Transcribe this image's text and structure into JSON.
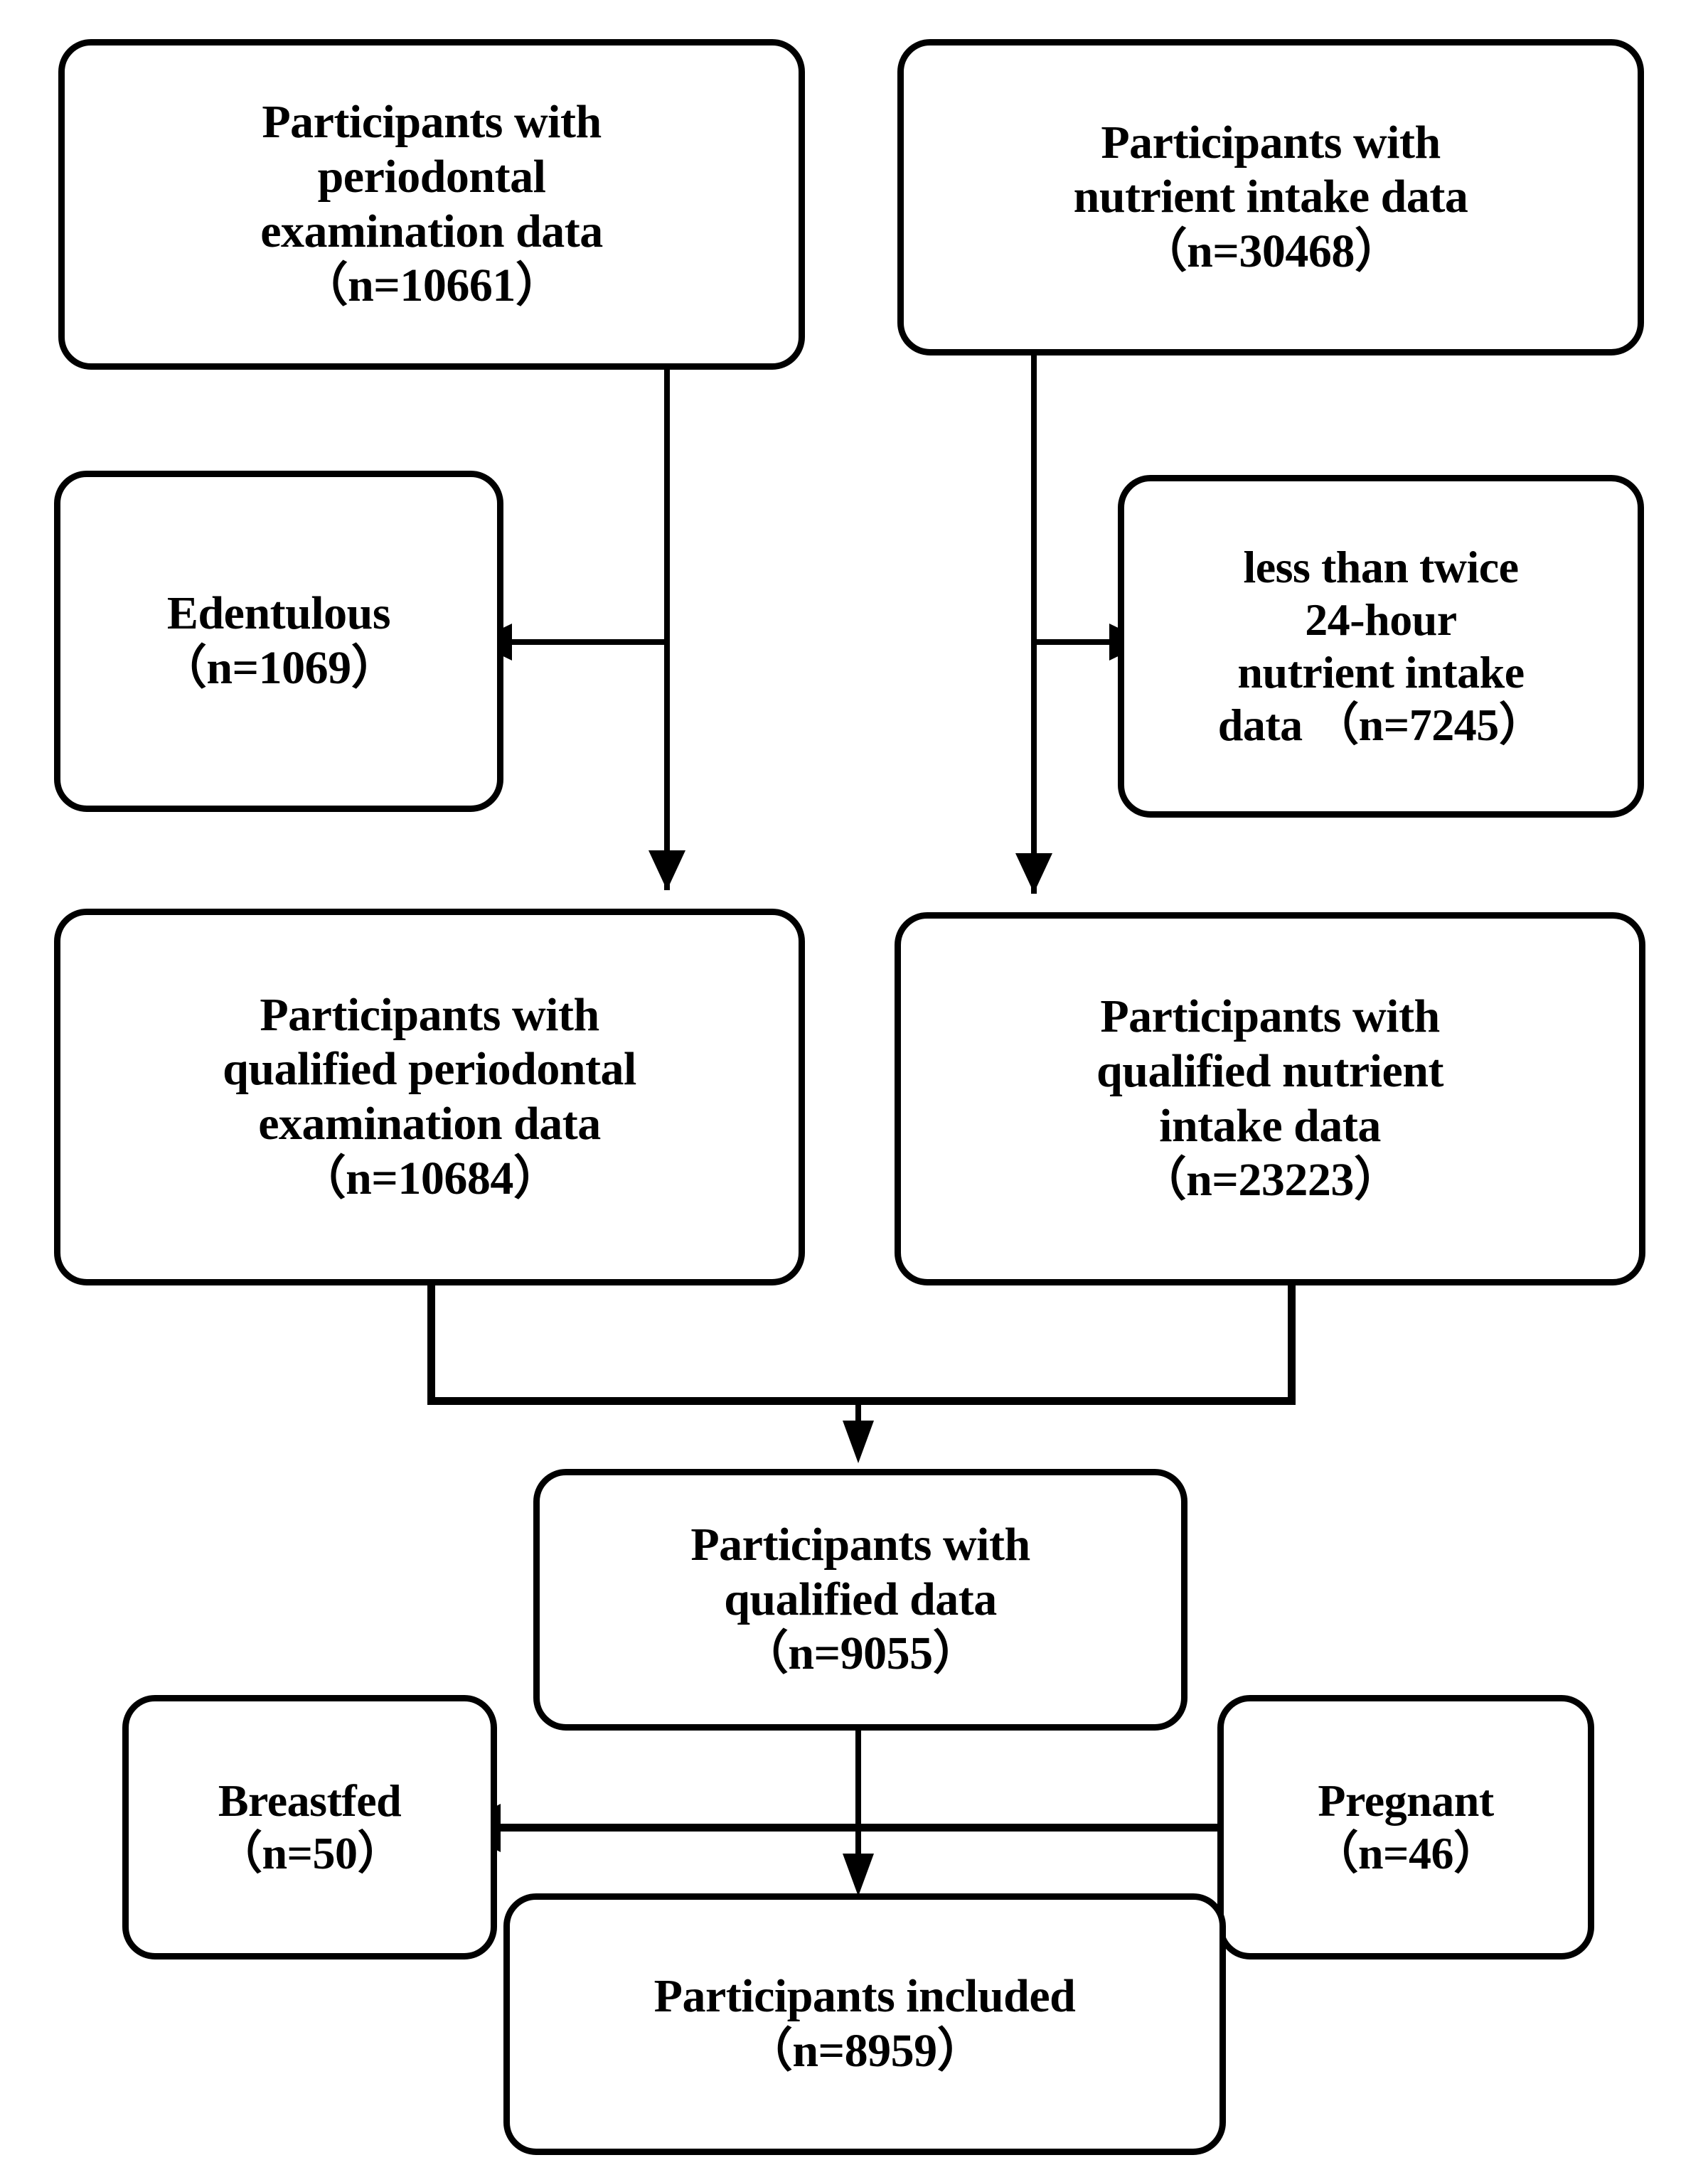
{
  "diagram": {
    "title": "Participant selection flowchart",
    "type": "flowchart",
    "stroke_color": "#000000",
    "fill_color": "#ffffff"
  },
  "nodes": {
    "periodontal": {
      "label": "Participants with\nperiodontal\nexamination data\n（n=10661）",
      "count": 10661
    },
    "nutrient": {
      "label": "Participants with\nnutrient intake data\n（n=30468）",
      "count": 30468
    },
    "edentulous": {
      "label": "Edentulous\n（n=1069）",
      "count": 1069
    },
    "less_than_twice": {
      "label": "less than twice\n24-hour\nnutrient intake\ndata （n=7245）",
      "count": 7245
    },
    "qualified_periodontal": {
      "label": "Participants with\nqualified periodontal\nexamination data\n（n=10684）",
      "count": 10684
    },
    "qualified_nutrient": {
      "label": "Participants with\nqualified nutrient\nintake data\n（n=23223）",
      "count": 23223
    },
    "qualified_data": {
      "label": "Participants with\nqualified data\n（n=9055）",
      "count": 9055
    },
    "breastfed": {
      "label": "Breastfed\n（n=50）",
      "count": 50
    },
    "pregnant": {
      "label": "Pregnant\n（n=46）",
      "count": 46
    },
    "included": {
      "label": "Participants included\n（n=8959）",
      "count": 8959
    }
  },
  "edges": [
    {
      "from": "periodontal",
      "to": "edentulous",
      "kind": "exclusion-left"
    },
    {
      "from": "periodontal",
      "to": "qualified_periodontal",
      "kind": "flow-down"
    },
    {
      "from": "nutrient",
      "to": "less_than_twice",
      "kind": "exclusion-right"
    },
    {
      "from": "nutrient",
      "to": "qualified_nutrient",
      "kind": "flow-down"
    },
    {
      "from": "qualified_periodontal",
      "to": "qualified_data",
      "kind": "merge-down"
    },
    {
      "from": "qualified_nutrient",
      "to": "qualified_data",
      "kind": "merge-down"
    },
    {
      "from": "qualified_data",
      "to": "breastfed",
      "kind": "exclusion-left"
    },
    {
      "from": "qualified_data",
      "to": "pregnant",
      "kind": "exclusion-right"
    },
    {
      "from": "qualified_data",
      "to": "included",
      "kind": "flow-down"
    }
  ]
}
